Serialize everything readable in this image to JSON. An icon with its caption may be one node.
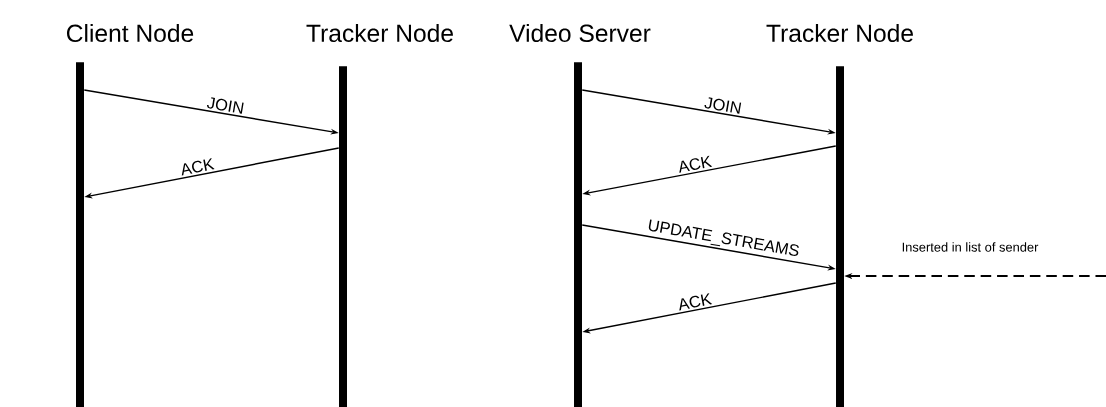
{
  "diagram": {
    "nodes": [
      {
        "text": [
          "Client Node"
        ]
      },
      {
        "text": [
          "Tracker Node"
        ]
      },
      {
        "text": [
          "Video Server"
        ]
      },
      {
        "text": [
          "Tracker Node"
        ]
      }
    ],
    "edges": [
      {
        "from": 0,
        "to": 1,
        "arrow": "to",
        "label": "JOIN"
      },
      {
        "from": 1,
        "to": 0,
        "arrow": "to",
        "label": "ACK"
      },
      {
        "from": 2,
        "to": 3,
        "arrow": "to",
        "label": "JOIN"
      },
      {
        "from": 3,
        "to": 2,
        "arrow": "to",
        "label": "ACK"
      },
      {
        "from": 2,
        "to": 3,
        "arrow": "to",
        "label": "UPDATE_STREAMS"
      },
      {
        "from": 3,
        "to": 2,
        "arrow": "to",
        "label": "ACK"
      },
      {
        "from": null,
        "to": 3,
        "arrow": "to",
        "style": "dashed",
        "label": "Inserted in list of sender"
      }
    ]
  }
}
